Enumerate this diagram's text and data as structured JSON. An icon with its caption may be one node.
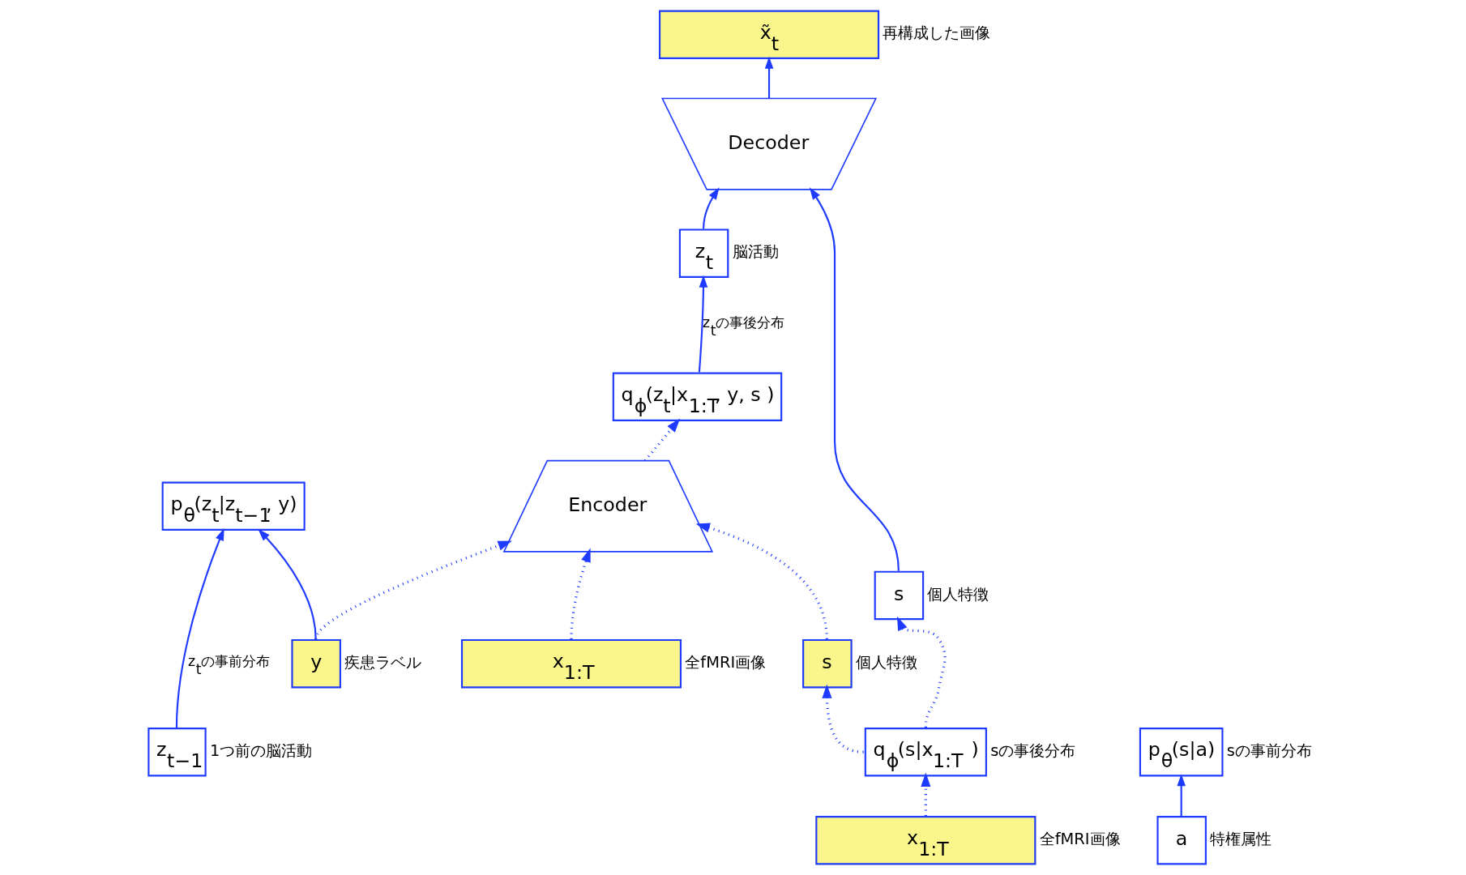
{
  "diagram": {
    "nodes": [
      {
        "text": [
          "x̃$_{t}$"
        ],
        "beside": [
          "再構成した画像"
        ]
      },
      {
        "text": [
          "Decoder"
        ]
      },
      {
        "text": [
          "z$_{t}$"
        ],
        "beside": [
          "脳活動"
        ]
      },
      {
        "text": [
          "s"
        ],
        "beside": [
          "個人特徴"
        ]
      },
      {
        "text": [
          "z$_{t−1}$"
        ],
        "beside": [
          "1つ前の脳活動"
        ]
      },
      {
        "text": [
          "p$_{θ}$(z$_{t}$|z$_{t−1}$, y)"
        ]
      },
      {
        "text": [
          "q$_{ϕ}$(z$_{t}$|x$_{1:T}$, y, s )"
        ]
      },
      {
        "text": [
          "Encoder"
        ]
      },
      {
        "text": [
          "a"
        ],
        "beside": [
          "特権属性"
        ]
      },
      {
        "text": [
          "p$_{θ}$(s|a)"
        ],
        "beside": [
          "sの事前分布"
        ]
      },
      {
        "text": [
          "q$_{ϕ}$(s|x$_{1:T}$ )"
        ],
        "beside": [
          "sの事後分布"
        ]
      },
      {
        "text": [
          "y"
        ],
        "beside": [
          "疾患ラベル"
        ]
      },
      {
        "text": [
          "x$_{1:T}$"
        ],
        "beside": [
          "全fMRI画像"
        ]
      },
      {
        "text": [
          "s"
        ],
        "beside": [
          "個人特徴"
        ]
      },
      {
        "text": [
          "x$_{1:T}$"
        ],
        "beside": [
          "全fMRI画像"
        ]
      }
    ],
    "edges": [
      {
        "from": 1,
        "to": 0,
        "arrow": "to"
      },
      {
        "from": 2,
        "to": 1,
        "arrow": "to"
      },
      {
        "from": 3,
        "to": 1,
        "arrow": "to"
      },
      {
        "from": 6,
        "to": 2,
        "arrow": "to",
        "label": "z$_{t}$の事後分布"
      },
      {
        "from": 7,
        "to": 6,
        "arrow": "to",
        "style": "dashed"
      },
      {
        "from": 11,
        "to": 7,
        "arrow": "to",
        "style": "dashed"
      },
      {
        "from": 12,
        "to": 7,
        "arrow": "to",
        "style": "dashed"
      },
      {
        "from": 13,
        "to": 7,
        "arrow": "to",
        "style": "dashed"
      },
      {
        "from": 4,
        "to": 5,
        "arrow": "to",
        "label": "z$_{t}$の事前分布"
      },
      {
        "from": 11,
        "to": 5,
        "arrow": "to"
      },
      {
        "from": 8,
        "to": 9,
        "arrow": "to"
      },
      {
        "from": 14,
        "to": 10,
        "arrow": "to",
        "style": "dashed"
      },
      {
        "from": 10,
        "to": 3,
        "arrow": "to",
        "style": "dashed"
      },
      {
        "from": 10,
        "to": 13,
        "arrow": "to",
        "style": "dashed"
      }
    ]
  }
}
